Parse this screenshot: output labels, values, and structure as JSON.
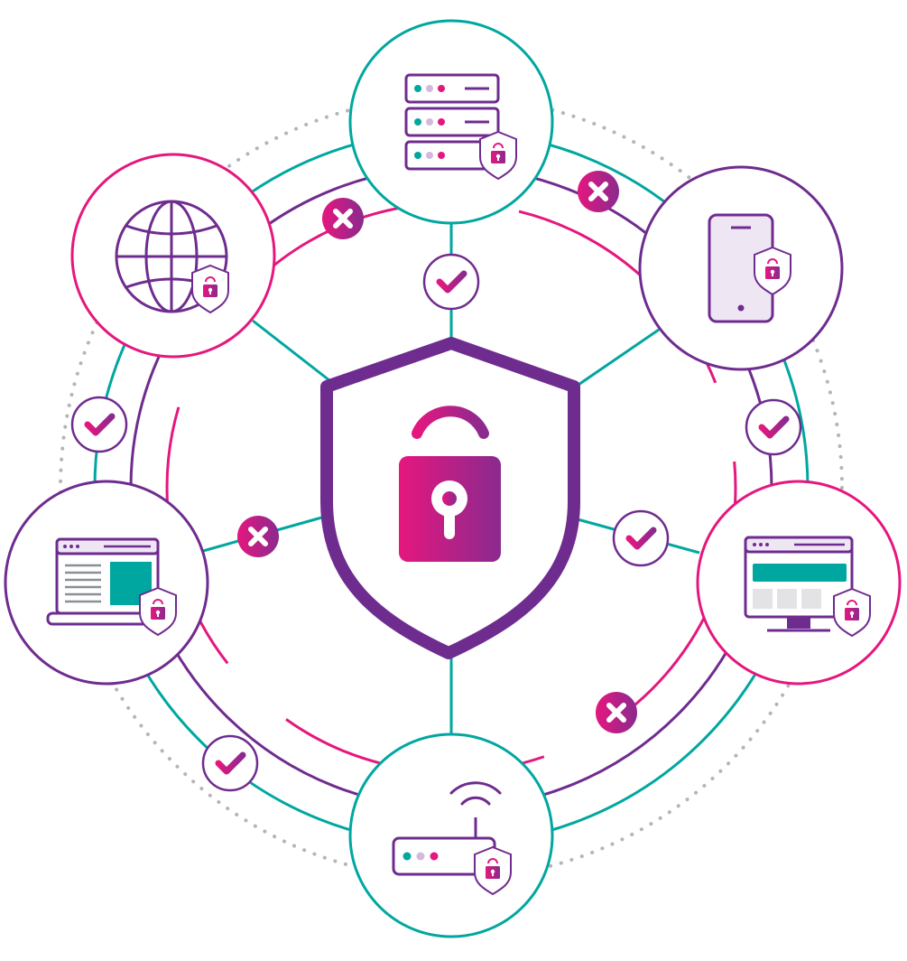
{
  "colors": {
    "teal": "#00a7a0",
    "purple": "#6f2c8f",
    "pink": "#e5177e",
    "gray_dots": "#b5b5b8",
    "light_purple": "#efe6f4",
    "light_gray": "#e3e3e6"
  },
  "center": {
    "icon": "unlocked-padlock-shield-icon"
  },
  "nodes": [
    {
      "id": "server",
      "icon": "server-stack-icon",
      "ring": "teal"
    },
    {
      "id": "globe",
      "icon": "globe-icon",
      "ring": "pink"
    },
    {
      "id": "phone",
      "icon": "smartphone-icon",
      "ring": "purple"
    },
    {
      "id": "laptop",
      "icon": "laptop-icon",
      "ring": "purple"
    },
    {
      "id": "monitor",
      "icon": "desktop-monitor-icon",
      "ring": "pink"
    },
    {
      "id": "router",
      "icon": "wifi-router-icon",
      "ring": "teal"
    }
  ],
  "badges": {
    "check": "check-icon",
    "blocked": "x-icon"
  }
}
